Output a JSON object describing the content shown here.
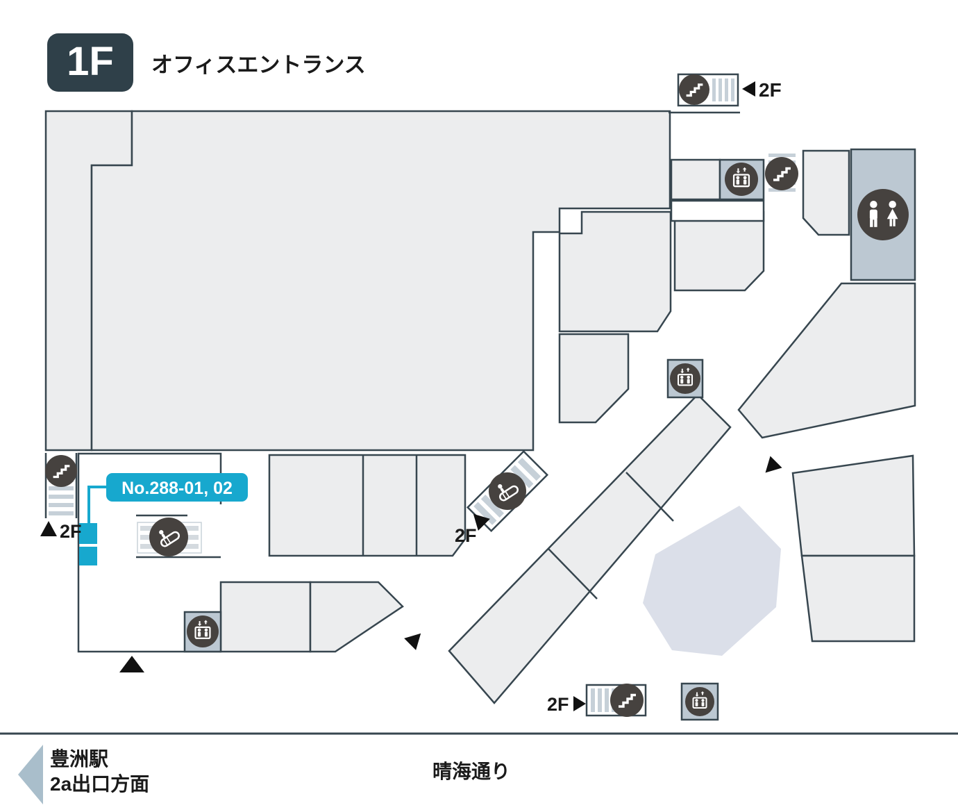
{
  "header": {
    "floor_badge": "1F",
    "title": "オフィスエントランス"
  },
  "map": {
    "unit_label": "No.288-01, 02",
    "level_labels": {
      "top_right": "2F",
      "left": "2F",
      "center": "2F",
      "bottom": "2F"
    },
    "icons": [
      "stairs-icon-top",
      "stairs-icon-upper-right",
      "stairs-icon-left",
      "stairs-icon-bottom",
      "escalator-icon-left",
      "escalator-icon-center",
      "elevator-icon-upper-right",
      "elevator-icon-middle",
      "elevator-icon-lower-left",
      "elevator-icon-bottom",
      "restroom-icon"
    ]
  },
  "footer": {
    "station_line1": "豊洲駅",
    "station_line2": "2a出口方面",
    "street": "晴海通り"
  },
  "colors": {
    "accent": "#17A8CE",
    "badge": "#2F4049",
    "wall": "#37464F",
    "room_fill": "#ECEDEE",
    "facility_fill": "#BCC8D2",
    "plaza_fill": "#DBDFE9",
    "icon_circle": "#46423F",
    "stripe": "#C6D0D8",
    "footer_arrow": "#A9BECB"
  }
}
